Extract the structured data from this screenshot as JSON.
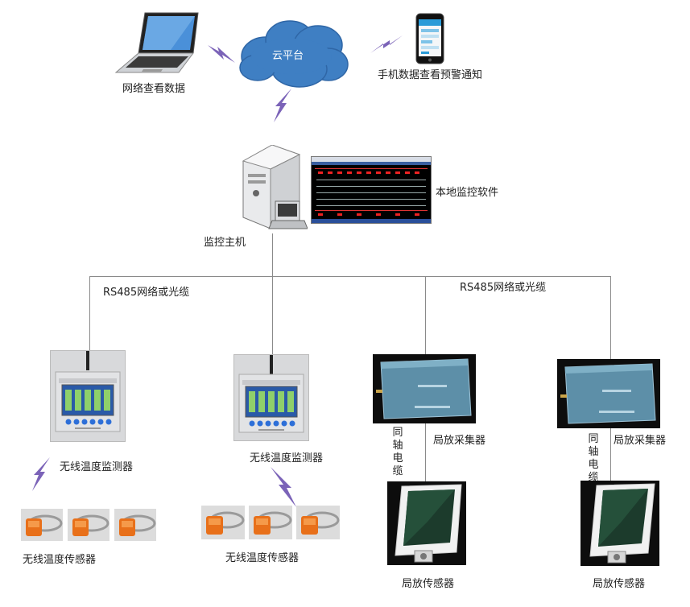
{
  "cloud": {
    "label": "云平台"
  },
  "laptop": {
    "label": "网络查看数据"
  },
  "phone": {
    "label": "手机数据查看预警通知"
  },
  "host": {
    "label": "监控主机"
  },
  "software": {
    "label": "本地监控软件"
  },
  "links": {
    "left": "RS485网络或光缆",
    "right": "RS485网络或光缆"
  },
  "monitor1": {
    "label": "无线温度监测器"
  },
  "monitor2": {
    "label": "无线温度监测器"
  },
  "sensors1": {
    "label": "无线温度传感器"
  },
  "sensors2": {
    "label": "无线温度传感器"
  },
  "collector1": {
    "label": "局放采集器",
    "cable": [
      "同",
      "轴",
      "电",
      "缆"
    ]
  },
  "collector2": {
    "label": "局放采集器",
    "cable": [
      "同",
      "轴",
      "电",
      "缆"
    ]
  },
  "pd_sensor1": {
    "label": "局放传感器"
  },
  "pd_sensor2": {
    "label": "局放传感器"
  },
  "colors": {
    "lightning": "#7b63b8",
    "cloud": "#3f7fc3",
    "device_screen": "#2a5aa8",
    "collector_body": "#5d8fa8",
    "sensor_tag": "#e8701a"
  }
}
